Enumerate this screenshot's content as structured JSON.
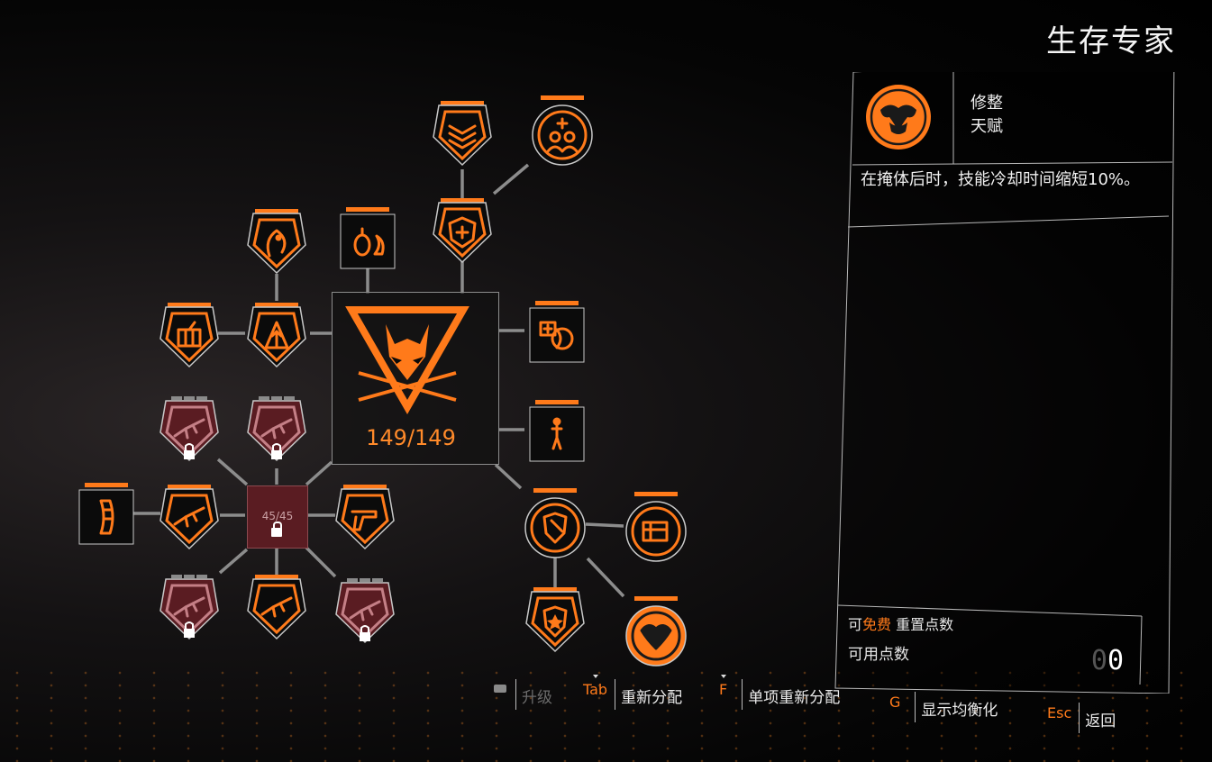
{
  "header": {
    "title": "生存专家"
  },
  "center": {
    "progress": "149/149",
    "icon": "wolf-emblem-icon"
  },
  "sub_hub": {
    "progress": "45/45",
    "locked": true
  },
  "panel": {
    "selected_name_line1": "修整",
    "selected_name_line2": "天赋",
    "selected_icon": "mask-face-icon",
    "description": "在掩体后时，技能冷却时间缩短10%。",
    "reset_prefix": "可",
    "reset_highlight": "免费",
    "reset_suffix": " 重置点数",
    "points_label": "可用点数",
    "points_dim": "0",
    "points_value": "0"
  },
  "hints": [
    {
      "key": "",
      "label": "升级",
      "disabled": true
    },
    {
      "key": "Tab",
      "label": "重新分配"
    },
    {
      "key": "F",
      "label": "单项重新分配"
    },
    {
      "key": "G",
      "label": "显示均衡化"
    },
    {
      "key": "Esc",
      "label": "返回"
    }
  ],
  "colors": {
    "accent": "#ff7a1a",
    "locked": "#5a1c22",
    "frame": "#c8c8c8"
  },
  "nodes": [
    {
      "id": "stripes-armor",
      "icon": "chevron-rank-icon",
      "state": "active"
    },
    {
      "id": "heal-allies",
      "icon": "heal-group-icon",
      "state": "active"
    },
    {
      "id": "grenade-fire",
      "icon": "incendiary-grenade-icon",
      "state": "active"
    },
    {
      "id": "cobra",
      "icon": "cobra-icon",
      "state": "active"
    },
    {
      "id": "shield-heal",
      "icon": "shield-medkit-icon",
      "state": "active"
    },
    {
      "id": "dynamite",
      "icon": "explosive-icon",
      "state": "active"
    },
    {
      "id": "arrow-burst",
      "icon": "arrow-burst-icon",
      "state": "active"
    },
    {
      "id": "medkit-ball",
      "icon": "medkit-orb-icon",
      "state": "active"
    },
    {
      "id": "agent-walk",
      "icon": "agent-figure-icon",
      "state": "active"
    },
    {
      "id": "rifle-locked-1",
      "icon": "rifle-icon",
      "state": "locked"
    },
    {
      "id": "rifle-locked-2",
      "icon": "rifle-icon",
      "state": "locked"
    },
    {
      "id": "magazine",
      "icon": "magazine-icon",
      "state": "active"
    },
    {
      "id": "rifle-1",
      "icon": "rifle-icon",
      "state": "active"
    },
    {
      "id": "pistol",
      "icon": "pistol-icon",
      "state": "active"
    },
    {
      "id": "rifle-locked-3",
      "icon": "rifle-icon",
      "state": "locked"
    },
    {
      "id": "rifle-2",
      "icon": "rifle-icon",
      "state": "active"
    },
    {
      "id": "rifle-locked-4",
      "icon": "rifle-icon",
      "state": "locked"
    },
    {
      "id": "shield-cover",
      "icon": "shield-icon",
      "state": "active"
    },
    {
      "id": "crate",
      "icon": "crate-icon",
      "state": "active"
    },
    {
      "id": "star-shield",
      "icon": "star-badge-icon",
      "state": "active"
    },
    {
      "id": "mask",
      "icon": "mask-face-icon",
      "state": "selected"
    }
  ]
}
